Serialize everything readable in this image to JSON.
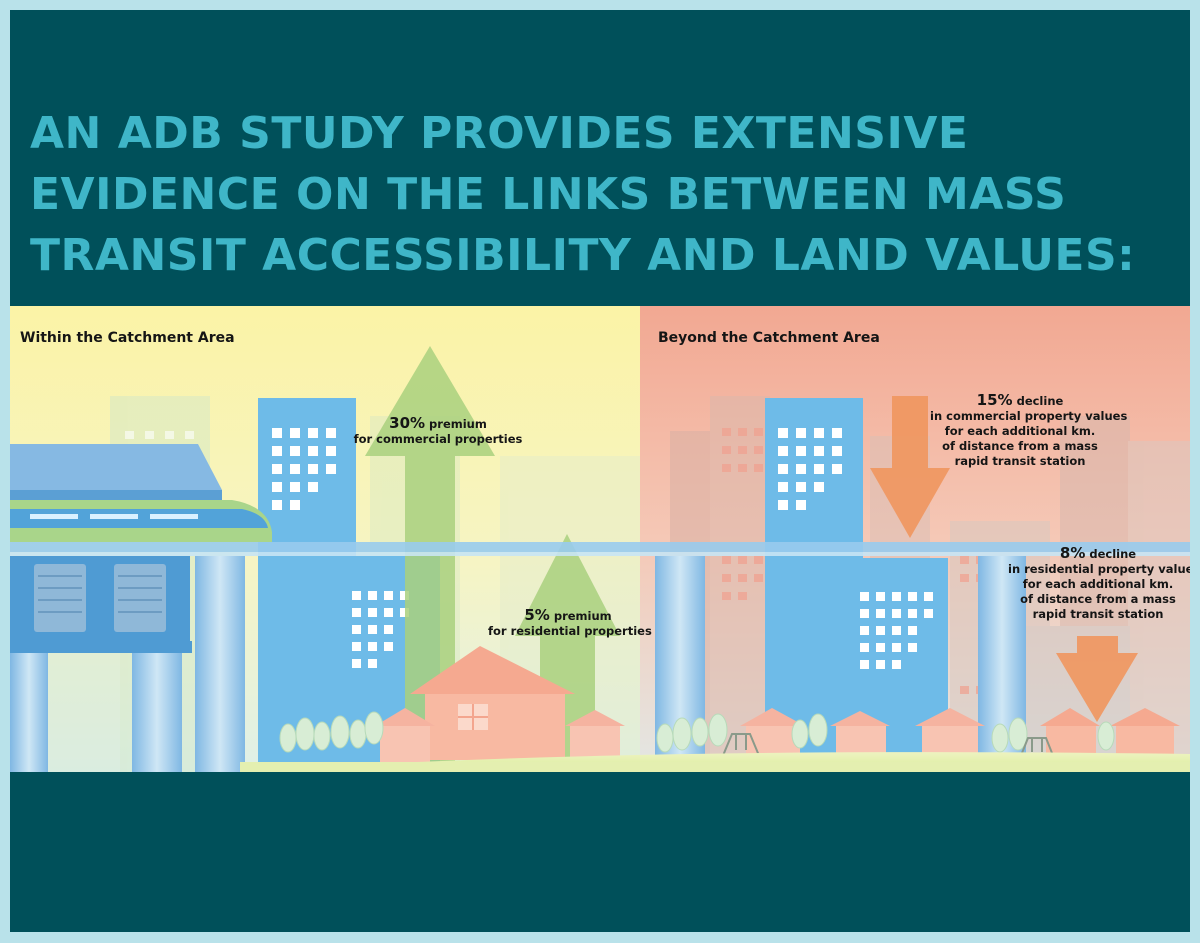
{
  "title": {
    "lines": [
      "AN ADB STUDY PROVIDES EXTENSIVE",
      "EVIDENCE ON THE LINKS BETWEEN MASS",
      "TRANSIT ACCESSIBILITY AND LAND VALUES:"
    ]
  },
  "colors": {
    "background": "#00505a",
    "border": "#b9e2ea",
    "title": "#3fb6c8",
    "within_panel": "#fbf3a6",
    "beyond_panel": "#f2a892",
    "premium_arrow": "#a9d07e",
    "decline_arrow": "#f0965e",
    "building_blue": "#6ebbe8"
  },
  "within": {
    "label": "Within the Catchment Area",
    "commercial": {
      "value": "30%",
      "suffix": " premium",
      "lines": [
        "for commercial properties"
      ]
    },
    "residential": {
      "value": "5%",
      "suffix": " premium",
      "lines": [
        "for residential properties"
      ]
    }
  },
  "beyond": {
    "label": "Beyond the Catchment Area",
    "commercial": {
      "value": "15%",
      "suffix": " decline",
      "lines": [
        "in commercial property values",
        "for each additional km.",
        "of distance from a mass",
        "rapid transit station"
      ]
    },
    "residential": {
      "value": "8%",
      "suffix": " decline",
      "lines": [
        "in residential property values",
        "for each additional km.",
        "of distance from a mass",
        "rapid transit station"
      ]
    }
  },
  "icons": [
    "train-icon",
    "arrow-up-icon",
    "arrow-down-icon",
    "house-icon",
    "tree-icon",
    "swing-icon"
  ]
}
